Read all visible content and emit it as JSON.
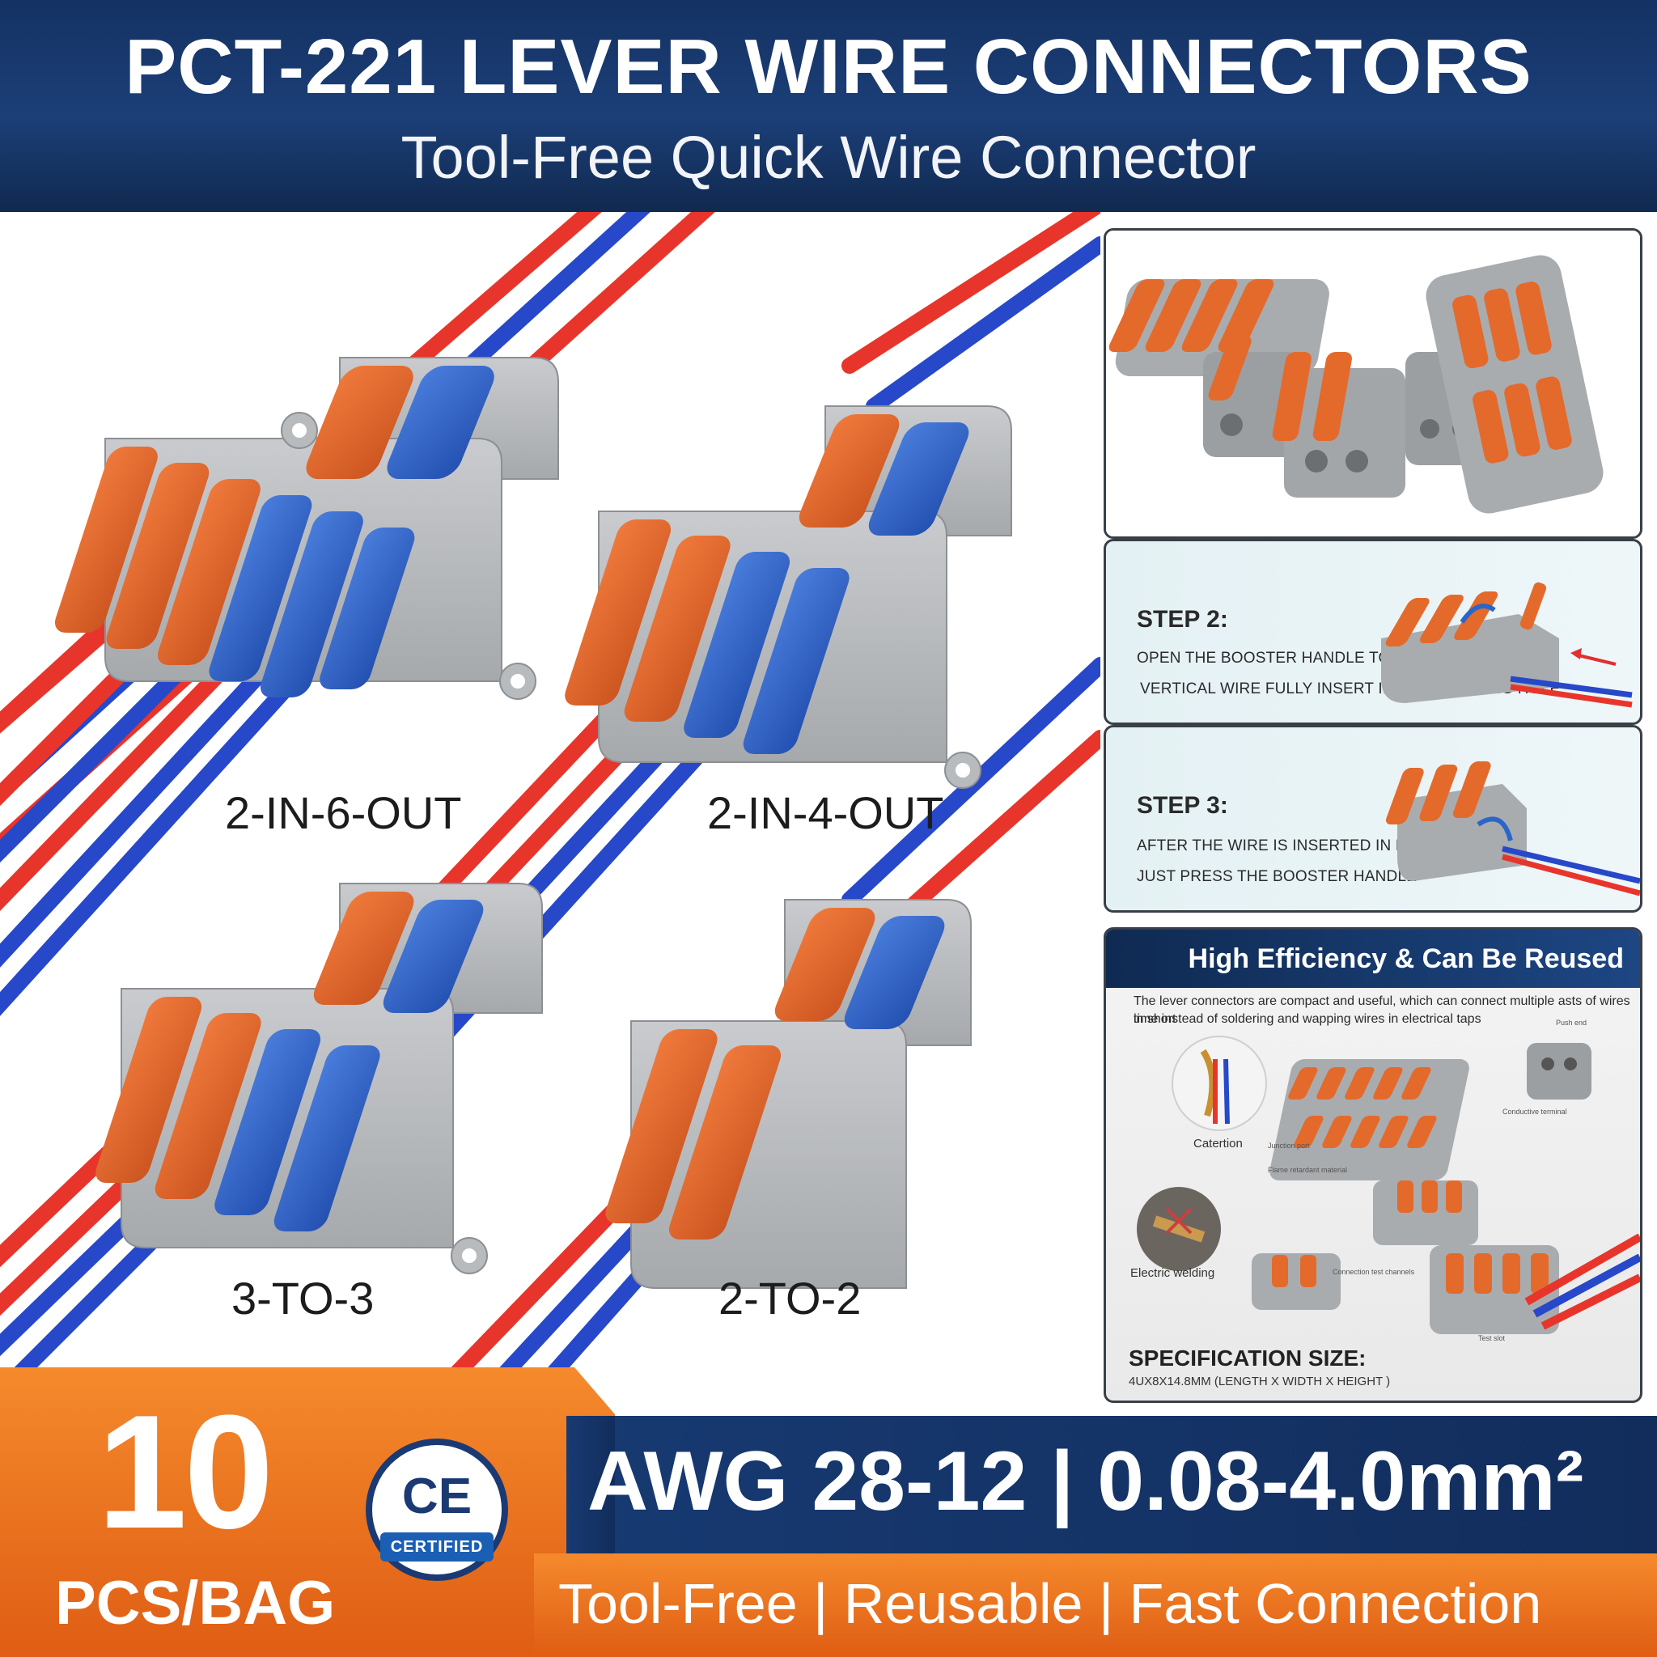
{
  "header": {
    "title": "PCT-221 LEVER WIRE CONNECTORS",
    "subtitle": "Tool-Free Quick Wire Connector"
  },
  "variants": [
    {
      "label": "2-IN-6-OUT"
    },
    {
      "label": "2-IN-4-OUT"
    },
    {
      "label": "3-TO-3"
    },
    {
      "label": "2-TO-2"
    }
  ],
  "steps": [
    {
      "title": "STEP 2:",
      "lines": [
        "OPEN THE BOOSTER HANDLE TO THE",
        "VERTICAL WIRE FULLY INSERT INTO THE WIRING HOLE"
      ]
    },
    {
      "title": "STEP 3:",
      "lines": [
        "AFTER THE WIRE IS INSERTED IN PLACE",
        "JUST PRESS THE BOOSTER HANDLE"
      ]
    }
  ],
  "info": {
    "title": "High Efficiency & Can Be Reused",
    "description_lines": [
      "The lever connectors are compact and useful, which can connect multiple asts of wires in short",
      "time instead of soldering and wapping wires in electrical taps"
    ],
    "labels": {
      "cauterization": "Catertion",
      "welding": "Electric welding"
    },
    "tiny_labels": {
      "push_end": "Push end",
      "junction": "Junction port",
      "flame": "Flame retardant material",
      "conductive": "Conductive terminal",
      "connection": "Connection test channels",
      "test": "Test slot"
    },
    "spec_title": "SPECIFICATION SIZE:",
    "spec_detail": "4UX8X14.8MM (LENGTH X WIDTH X HEIGHT )"
  },
  "bottom": {
    "quantity": "10",
    "unit": "PCS/BAG",
    "ce_mark": "CE",
    "ce_certified": "CERTIFIED",
    "awg": "AWG 28-12 | 0.08-4.0mm²",
    "features": "Tool-Free | Reusable | Fast Connection"
  },
  "colors": {
    "navy": "#163a70",
    "orange": "#ec6f1d",
    "wire_red": "#e8352b",
    "wire_blue": "#2748c9",
    "lever_orange": "#e2642a",
    "lever_blue": "#2f63c8",
    "housing_gray": "#b9bcbf"
  }
}
